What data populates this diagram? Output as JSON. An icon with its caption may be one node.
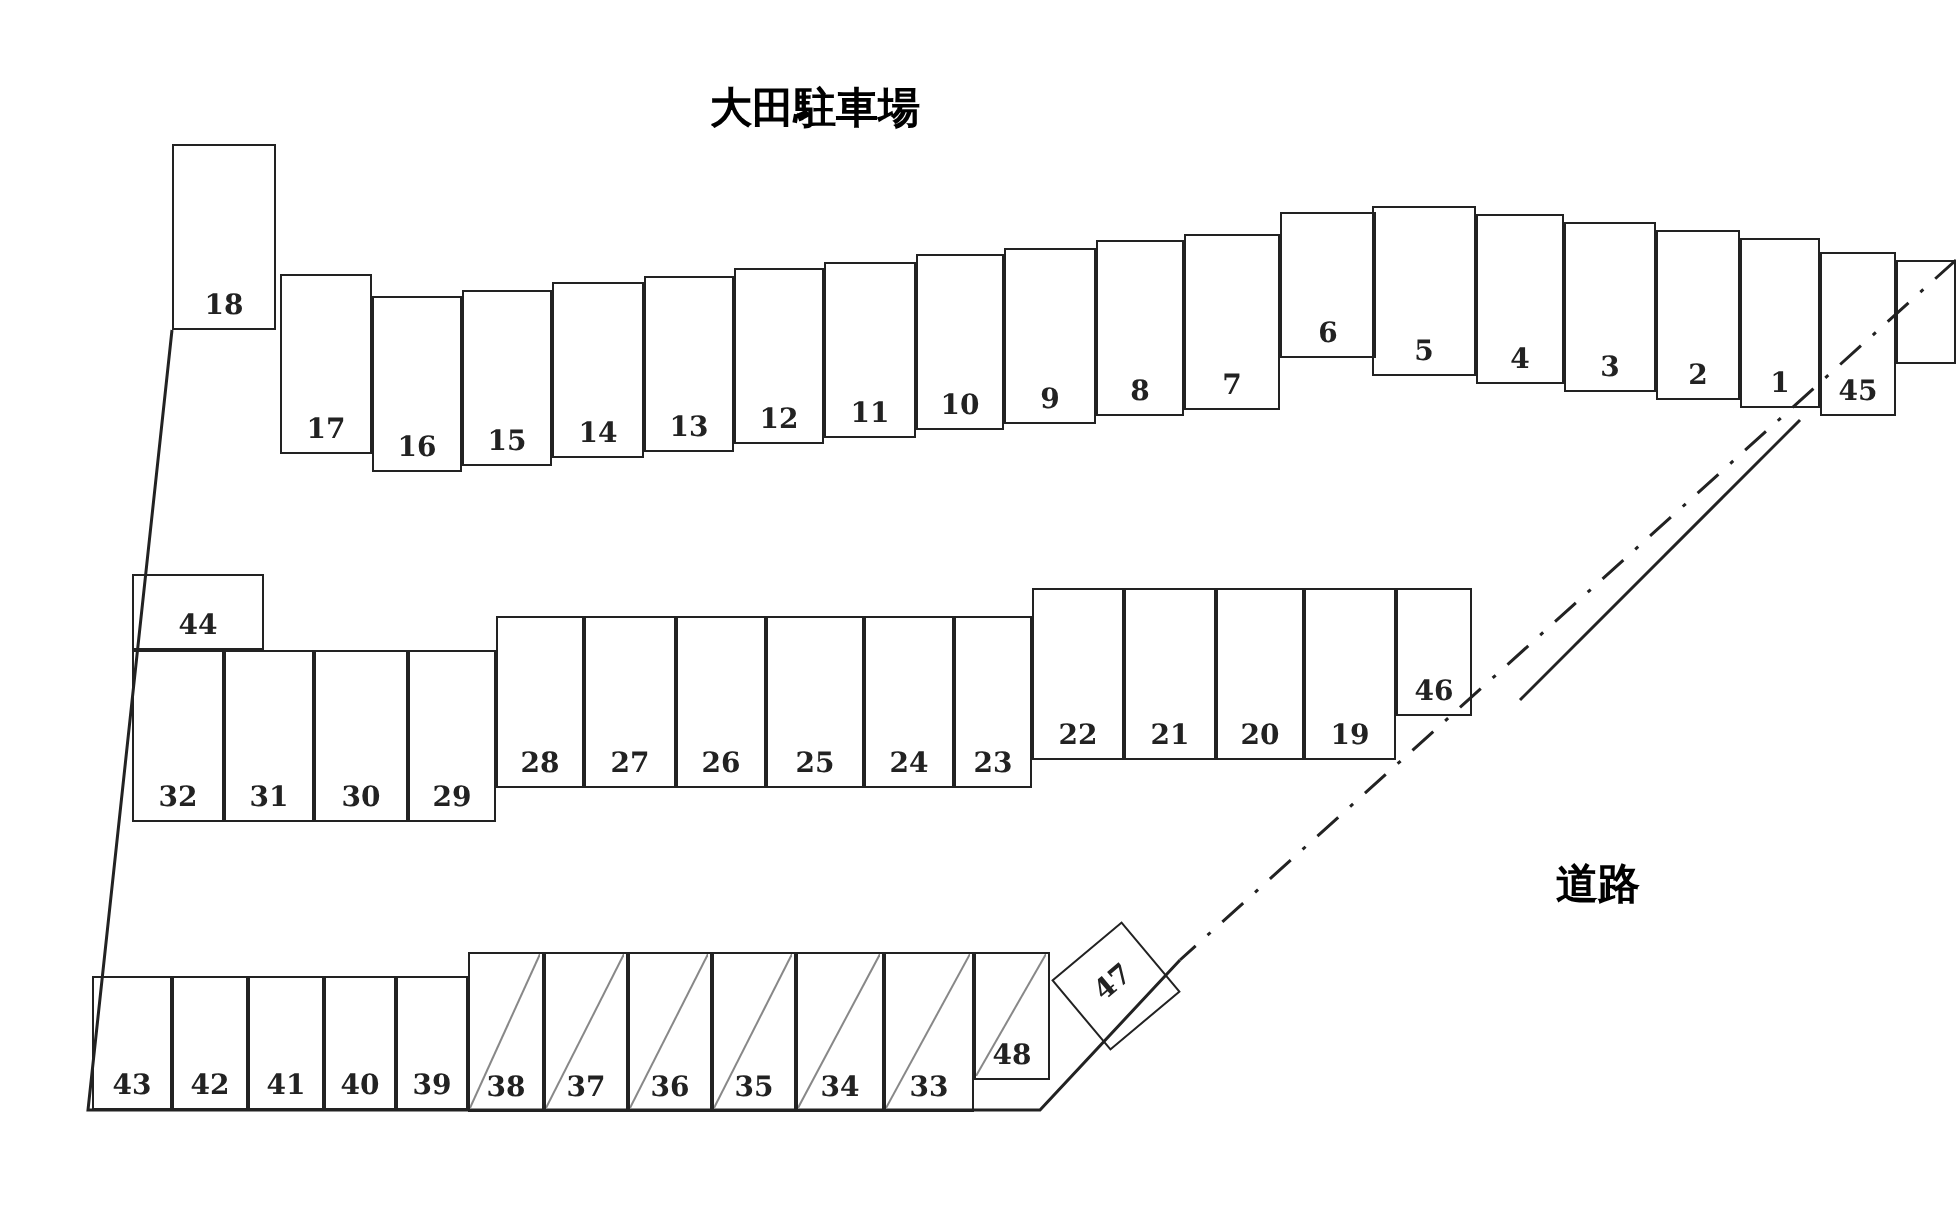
{
  "diagram": {
    "title": "大田駐車場",
    "nodes": [
      {
        "text": [
          "18"
        ]
      },
      {
        "text": [
          "17"
        ]
      },
      {
        "text": [
          "16"
        ]
      },
      {
        "text": [
          "15"
        ]
      },
      {
        "text": [
          "14"
        ]
      },
      {
        "text": [
          "13"
        ]
      },
      {
        "text": [
          "12"
        ]
      },
      {
        "text": [
          "11"
        ]
      },
      {
        "text": [
          "10"
        ]
      },
      {
        "text": [
          "9"
        ]
      },
      {
        "text": [
          "8"
        ]
      },
      {
        "text": [
          "7"
        ]
      },
      {
        "text": [
          "6"
        ]
      },
      {
        "text": [
          "5"
        ]
      },
      {
        "text": [
          "4"
        ]
      },
      {
        "text": [
          "3"
        ]
      },
      {
        "text": [
          "2"
        ]
      },
      {
        "text": [
          "1"
        ]
      },
      {
        "text": [
          "45"
        ]
      },
      {
        "text": [],
        "shape": "box"
      },
      {
        "text": [
          "44"
        ]
      },
      {
        "text": [
          "46"
        ]
      },
      {
        "text": [
          "32"
        ]
      },
      {
        "text": [
          "31"
        ]
      },
      {
        "text": [
          "30"
        ]
      },
      {
        "text": [
          "29"
        ]
      },
      {
        "text": [
          "28"
        ]
      },
      {
        "text": [
          "27"
        ]
      },
      {
        "text": [
          "26"
        ]
      },
      {
        "text": [
          "25"
        ]
      },
      {
        "text": [
          "24"
        ]
      },
      {
        "text": [
          "23"
        ]
      },
      {
        "text": [
          "22"
        ]
      },
      {
        "text": [
          "21"
        ]
      },
      {
        "text": [
          "20"
        ]
      },
      {
        "text": [
          "19"
        ]
      },
      {
        "text": [
          "43"
        ]
      },
      {
        "text": [
          "42"
        ]
      },
      {
        "text": [
          "41"
        ]
      },
      {
        "text": [
          "40"
        ]
      },
      {
        "text": [
          "39"
        ]
      },
      {
        "text": [
          "38"
        ]
      },
      {
        "text": [
          "37"
        ]
      },
      {
        "text": [
          "36"
        ]
      },
      {
        "text": [
          "35"
        ]
      },
      {
        "text": [
          "34"
        ]
      },
      {
        "text": [
          "33"
        ]
      },
      {
        "text": [
          "48"
        ]
      },
      {
        "text": [
          "47"
        ]
      }
    ],
    "edges": [],
    "labels": [
      "道路"
    ]
  }
}
